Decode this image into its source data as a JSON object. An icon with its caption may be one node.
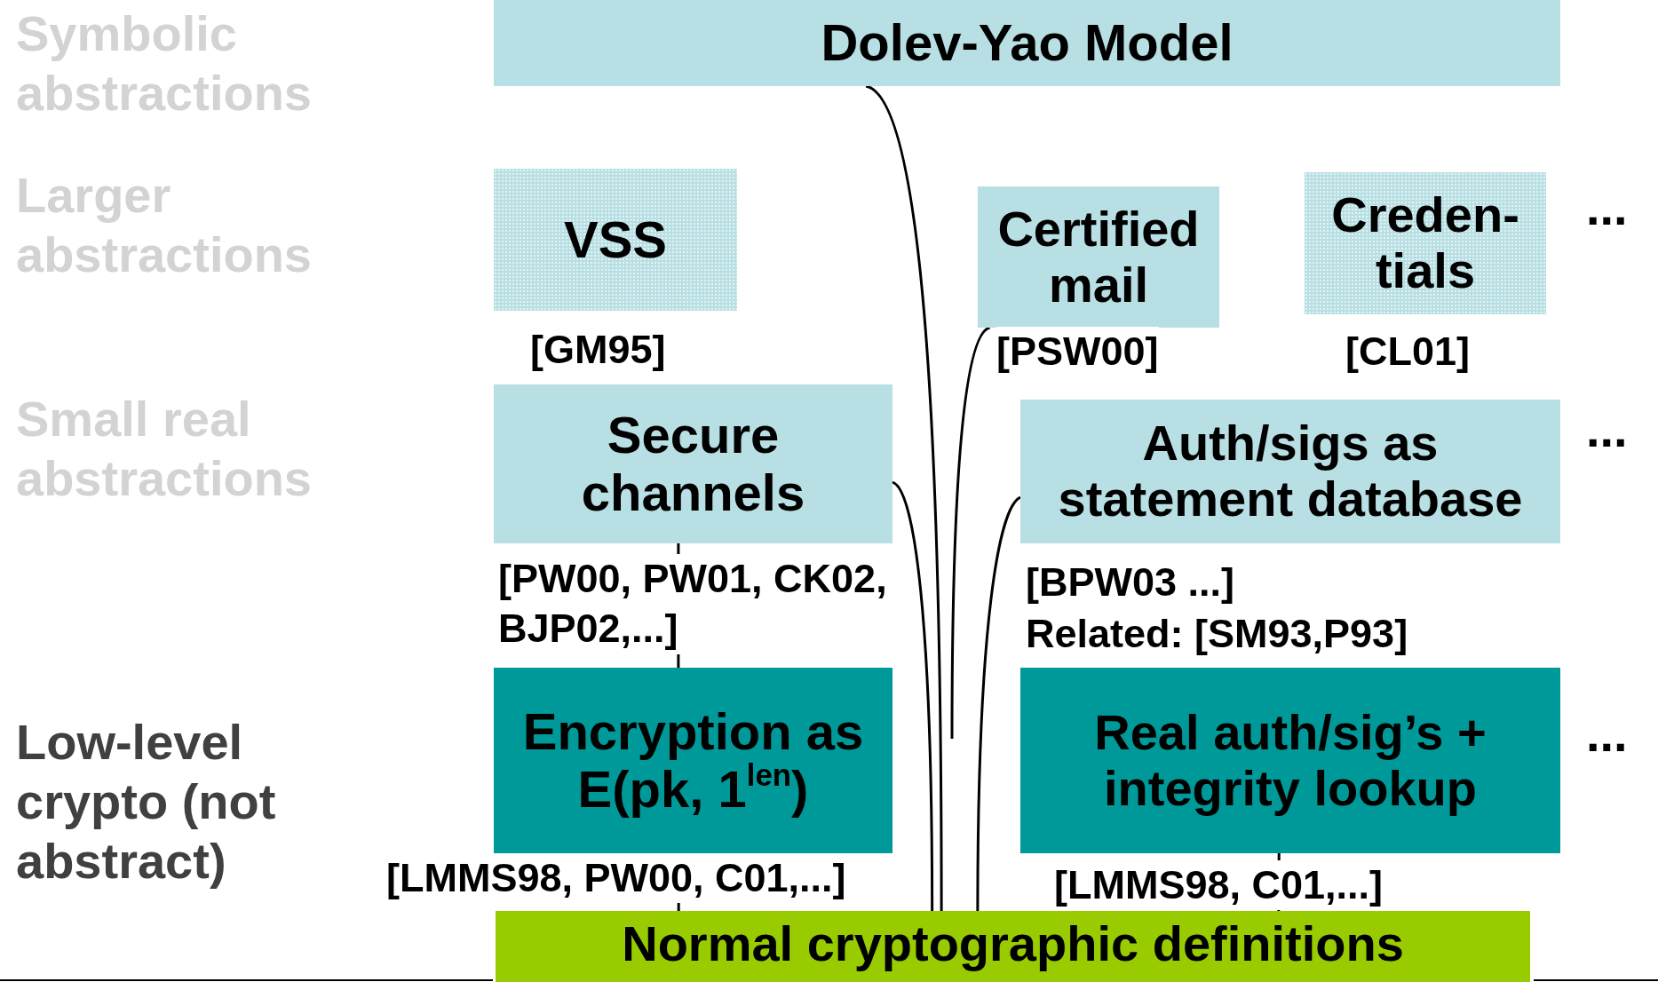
{
  "diagram": {
    "nodes": [
      {
        "text": [
          "Dolev-Yao Model"
        ]
      },
      {
        "text": [
          "VSS"
        ],
        "beside": [
          "[GM95]"
        ]
      },
      {
        "text": [
          "Certified mail"
        ],
        "beside": [
          "[PSW00]"
        ]
      },
      {
        "text": [
          "Creden-tials"
        ],
        "beside": [
          "[CL01]"
        ]
      },
      {
        "text": [
          "Secure channels"
        ],
        "beside": [
          "[PW00, PW01, CK02, BJP02,...]"
        ]
      },
      {
        "text": [
          "Auth/sigs as statement database"
        ],
        "beside": [
          "[BPW03 ...]",
          "Related: [SM93,P93]"
        ]
      },
      {
        "text": [
          "Encryption as E(pk, 1$^{len}$)"
        ],
        "beside": [
          "[LMMS98, PW00, C01,...]"
        ]
      },
      {
        "text": [
          "Real auth/sig’s + integrity lookup"
        ],
        "beside": [
          "[LMMS98, C01,...]"
        ]
      },
      {
        "text": [
          "Normal cryptographic definitions"
        ]
      }
    ],
    "edges": [
      {
        "from": 4,
        "to": 6,
        "arrow": "none"
      },
      {
        "from": 6,
        "to": 8,
        "arrow": "none"
      },
      {
        "from": 7,
        "to": 8,
        "arrow": "none"
      },
      {
        "from": 0,
        "to": 8,
        "arrow": "none"
      },
      {
        "from": 4,
        "to": 8,
        "arrow": "none"
      },
      {
        "from": 2,
        "to": null,
        "arrow": "none"
      },
      {
        "from": 5,
        "to": 8,
        "arrow": "none"
      }
    ],
    "labels": [
      "Symbolic abstractions",
      "Larger abstractions",
      "...",
      "Small real abstractions",
      "...",
      "Low-level crypto (not abstract)",
      "..."
    ]
  }
}
